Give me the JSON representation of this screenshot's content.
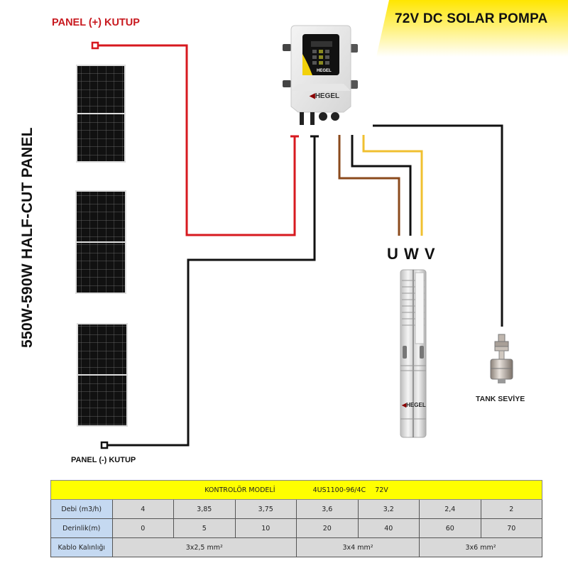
{
  "banner": {
    "title": "72V DC SOLAR POMPA",
    "color": "#ffe600"
  },
  "labels": {
    "panel_plus": "PANEL (+) KUTUP",
    "panel_minus": "PANEL (-) KUTUP",
    "panel_type": "550W-590W HALF-CUT PANEL",
    "motor_phases": "U W V",
    "tank_level": "TANK SEVİYE"
  },
  "devices": {
    "controller_brand": "HEGEL",
    "pump_brand": "HEGEL",
    "solar_panel_count": 3
  },
  "wires": {
    "positive_color": "#d7191f",
    "negative_color": "#111111",
    "u_color": "#8b4a1c",
    "w_color": "#111111",
    "v_color": "#f0c030"
  },
  "table": {
    "header": {
      "label": "KONTROLÖR MODELİ",
      "model": "4US1100-96/4C",
      "voltage": "72V"
    },
    "rows": [
      {
        "name": "Debi (m3/h)",
        "cells": [
          "4",
          "3,85",
          "3,75",
          "3,6",
          "3,2",
          "2,4",
          "2"
        ]
      },
      {
        "name": "Derinlik(m)",
        "cells": [
          "0",
          "5",
          "10",
          "20",
          "40",
          "60",
          "70"
        ]
      }
    ],
    "cable": {
      "name": "Kablo Kalınlığı",
      "values": [
        "3x2,5 mm²",
        "3x4 mm²",
        "3x6 mm²"
      ]
    }
  }
}
